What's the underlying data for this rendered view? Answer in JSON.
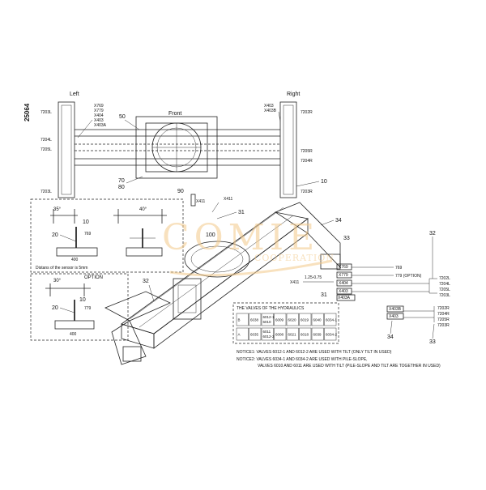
{
  "code": "25064",
  "top_view": {
    "left_label": "Left",
    "right_label": "Right",
    "front_label": "Front",
    "left_codes": [
      "7203L",
      "7204L",
      "7205L",
      "7203L"
    ],
    "right_codes": [
      "7202R",
      "7205R",
      "7204R",
      "7203R"
    ],
    "left_sensor_tags": [
      "X769",
      "X779",
      "X404",
      "X403",
      "X403A"
    ],
    "right_sensor_tags": [
      "X403",
      "X403B"
    ],
    "callouts": [
      "50",
      "70",
      "80",
      "90",
      "10"
    ],
    "x411": "X411"
  },
  "detail_1": {
    "angle_left": "35°",
    "angle_right": "40°",
    "callouts": [
      "10",
      "20",
      "769"
    ],
    "note": "Distans of the sensor is 5mm",
    "dim": "400"
  },
  "detail_2": {
    "angle": "30°",
    "option_label": "OPTION",
    "callouts": [
      "10",
      "20",
      "779"
    ],
    "dim": "400"
  },
  "main_view": {
    "callouts": [
      "100",
      "31",
      "32",
      "33",
      "34",
      "31"
    ],
    "x411": "X411",
    "x411_mid": "X411",
    "x411_note": "1.25-0.75"
  },
  "wiring": {
    "callout_32": "32",
    "callout_33": "33",
    "callout_34": "34",
    "boxes": [
      "X769",
      "X779",
      "X404",
      "X403",
      "X403A"
    ],
    "labels": [
      "769",
      "779 (OPTION)"
    ],
    "group1": [
      "7202L",
      "7204L",
      "7205L",
      "7203L"
    ],
    "x403b_boxes": [
      "X403B",
      "X403"
    ],
    "group2": [
      "7202R",
      "7204R",
      "7205R",
      "7203R"
    ]
  },
  "valves": {
    "title": "THE VALVES OF THE HYDRAULICS",
    "row_b": [
      "B",
      "6038",
      "6012-1\n6010",
      "6009",
      "6020",
      "6019",
      "6040",
      "6034-1"
    ],
    "row_a": [
      "A",
      "6035",
      "6011\n6012-2",
      "6008",
      "6021",
      "6018",
      "6039",
      "6034-2"
    ],
    "notice1": "NOTICE1: VALVES 6012-1 AND 6012-2 ARE USED WITH TILT (ONLY TILT IN USED)",
    "notice2": "NOTICE2: VALVES 6034-1 AND 6034-2 ARE USED WITH PILE-SLOPE,",
    "notice2b": "VALVES 6010 AND 6011 ARE USED WITH TILT (PILE-SLOPE AND TILT ARE TOGETHER IN USED)"
  },
  "watermark": {
    "brand": "COMIE",
    "sub": "COOPERATION"
  },
  "colors": {
    "line": "#222222",
    "watermark": "#f3c98a"
  }
}
